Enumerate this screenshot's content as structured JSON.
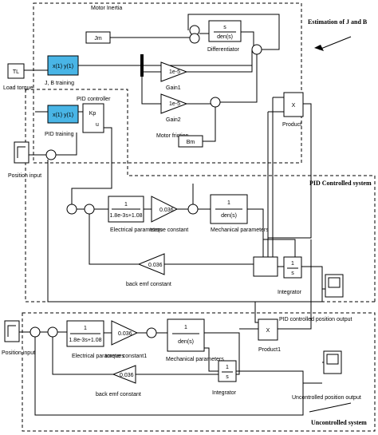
{
  "regions": {
    "estimation": "Estimation of J and B",
    "pid": "PID Controlled system",
    "uncontrolled": "Uncontrolled system"
  },
  "blocks": {
    "tl": "TL",
    "load_torque": "Load torque",
    "jb_io": "x(1) y(1)",
    "jb_training": "J, B training",
    "motor_inertia": "Motor Inertia",
    "jm": "Jm",
    "s": "s",
    "dens": "den(s)",
    "differentiator": "Differentiator",
    "gain1_val": "1e-5",
    "gain1": "Gain1",
    "gain2_val": "1e-5",
    "gain2": "Gain2",
    "motor_friction": "Motor friction",
    "bm": "Bm",
    "product": "Product",
    "pid_controller": "PID controller",
    "kp": "Kp",
    "u": "u",
    "pid_io": "x(1) y(1)",
    "pid_training": "PID training",
    "position_input": "Position input",
    "elec_num": "1",
    "elec_den": "1.8e-3s+1.08",
    "elec_params": "Electrical parameters",
    "tc_val": "0.036",
    "torque_constant": "torque constant",
    "mech_num": "1",
    "mech_den": "den(s)",
    "mech_params": "Mechanical parameters",
    "bemf_val": "0.036",
    "back_emf": "back emf constant",
    "int_num": "1",
    "int_den": "s",
    "integrator": "Integrator",
    "pid_output": "PID controlled position output",
    "position_input2": "Position input",
    "elec_num2": "1",
    "elec_den2": "1.8e-3s+1.08",
    "elec_params2": "Electrical parameters",
    "tc_val2": "0.036",
    "torque_constant1": "torque constant1",
    "mech_num2": "1",
    "mech_den2": "den(s)",
    "mech_params2": "Mechanical parameters",
    "product1": "Product1",
    "bemf_val2": "0.036",
    "back_emf2": "back emf constant",
    "int_num2": "1",
    "int_den2": "s",
    "integrator2": "Integrator",
    "unc_output": "Uncontrolled position output",
    "x": "X"
  }
}
